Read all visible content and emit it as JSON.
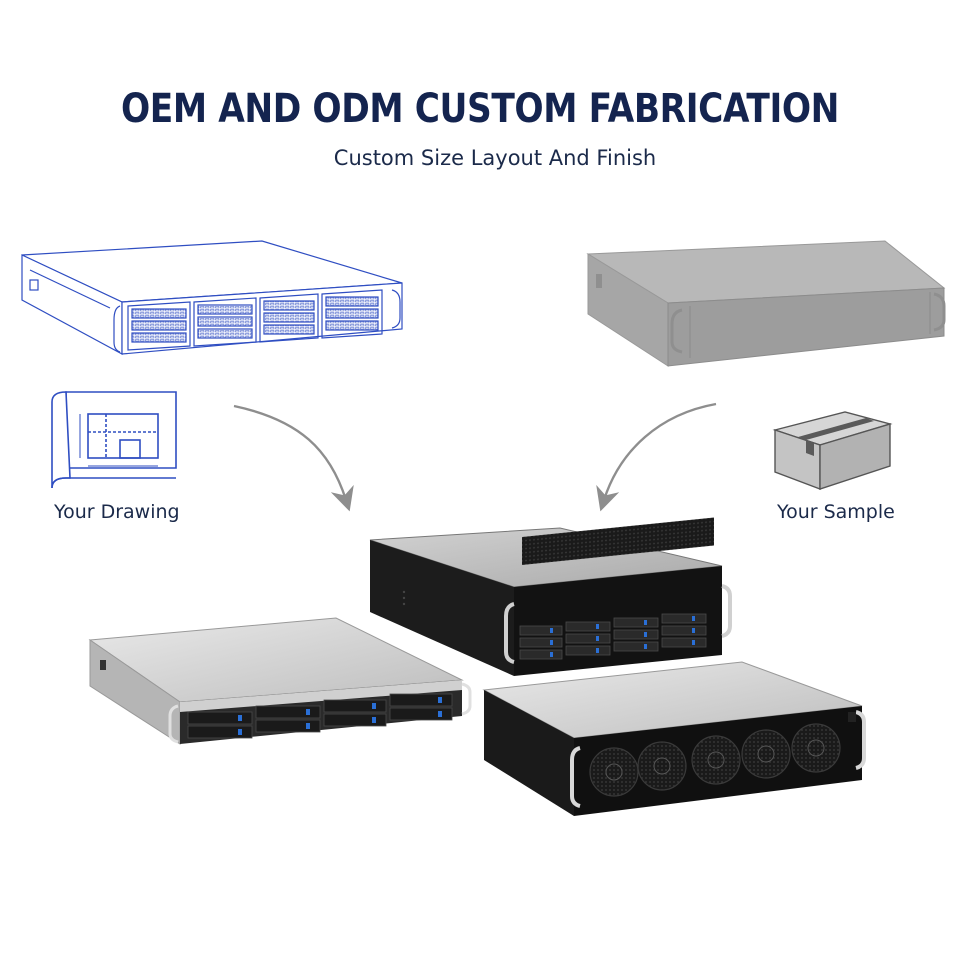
{
  "header": {
    "title": "OEM AND ODM CUSTOM FABRICATION",
    "subtitle": "Custom Size Layout And Finish"
  },
  "inputs": {
    "drawing_label": "Your Drawing",
    "sample_label": "Your Sample"
  },
  "colors": {
    "title": "#14244f",
    "text": "#1b2a4a",
    "blueprint": "#2f4ec2",
    "arrow": "#8e8e8e",
    "sample_gray": "#a3a3a3",
    "chassis_dark": "#151515",
    "chassis_silver": "#c9c9c9",
    "drive_accent": "#2a6fd6"
  },
  "icons": {
    "drawing": "blueprint-sheet-icon",
    "sample": "cardboard-box-icon"
  }
}
